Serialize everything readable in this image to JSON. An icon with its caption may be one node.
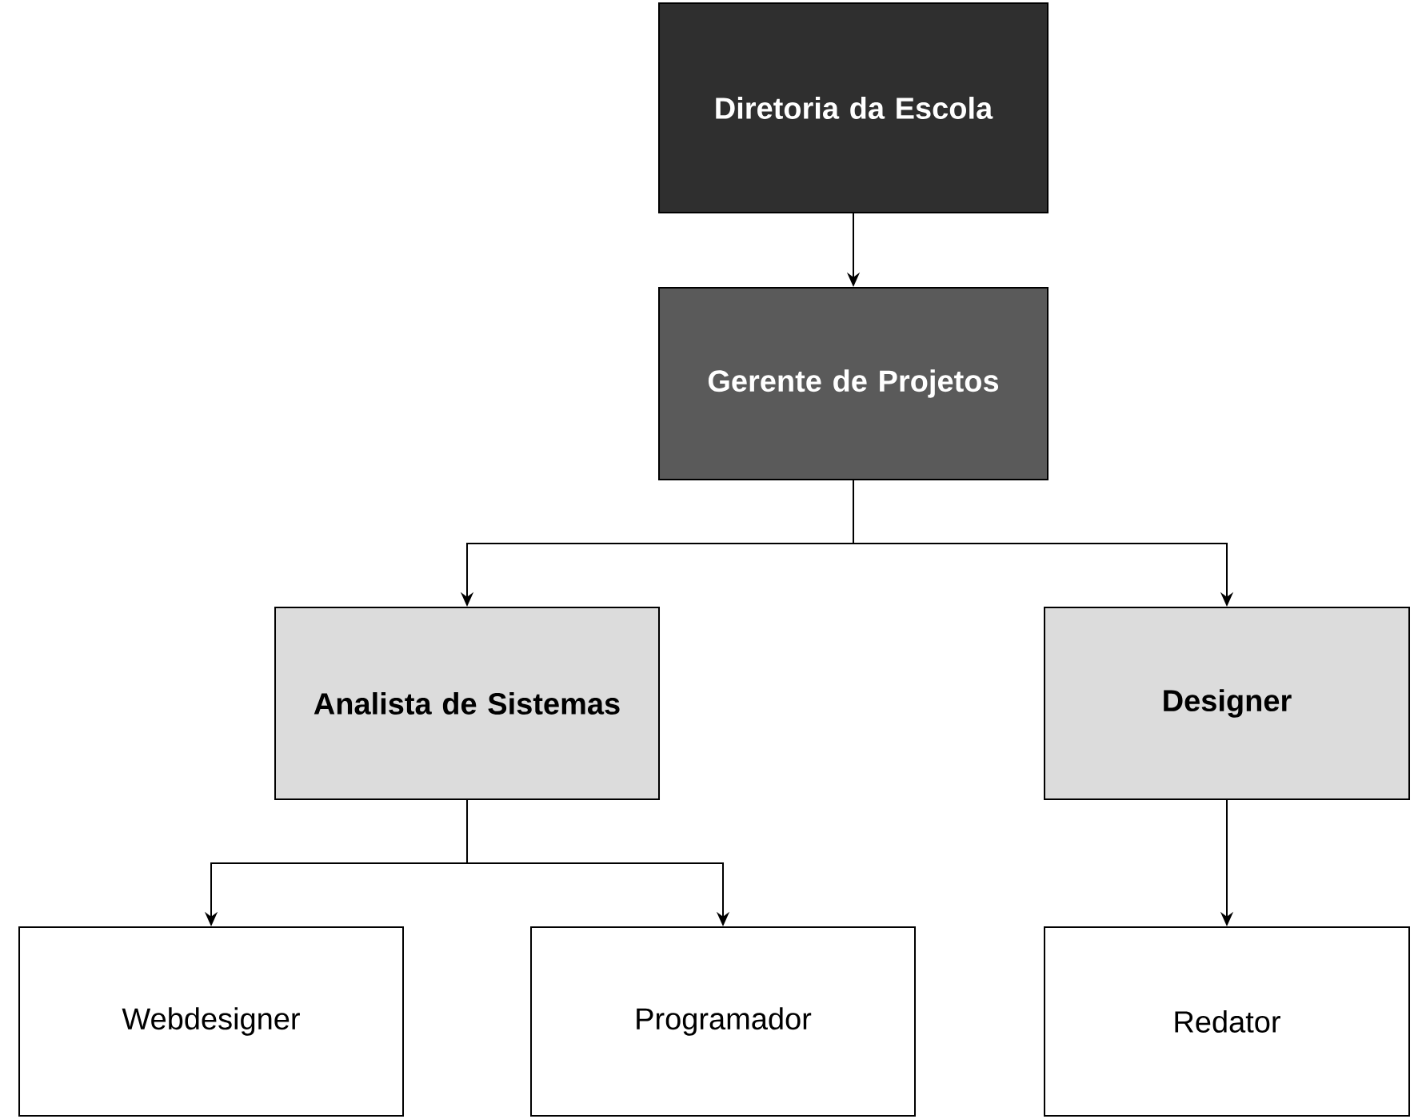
{
  "diagram": {
    "nodes": [
      {
        "text": [
          "Diretoria da Escola"
        ]
      },
      {
        "text": [
          "Gerente de Projetos"
        ]
      },
      {
        "text": [
          "Analista de Sistemas"
        ]
      },
      {
        "text": [
          "Designer"
        ]
      },
      {
        "text": [
          "Webdesigner"
        ]
      },
      {
        "text": [
          "Programador"
        ]
      },
      {
        "text": [
          "Redator"
        ]
      }
    ],
    "edges": [
      {
        "from": 0,
        "to": 1,
        "arrow": "to"
      },
      {
        "from": 1,
        "to": 2,
        "arrow": "to"
      },
      {
        "from": 1,
        "to": 3,
        "arrow": "to"
      },
      {
        "from": 2,
        "to": 4,
        "arrow": "to"
      },
      {
        "from": 2,
        "to": 5,
        "arrow": "to"
      },
      {
        "from": 3,
        "to": 6,
        "arrow": "to"
      }
    ]
  }
}
